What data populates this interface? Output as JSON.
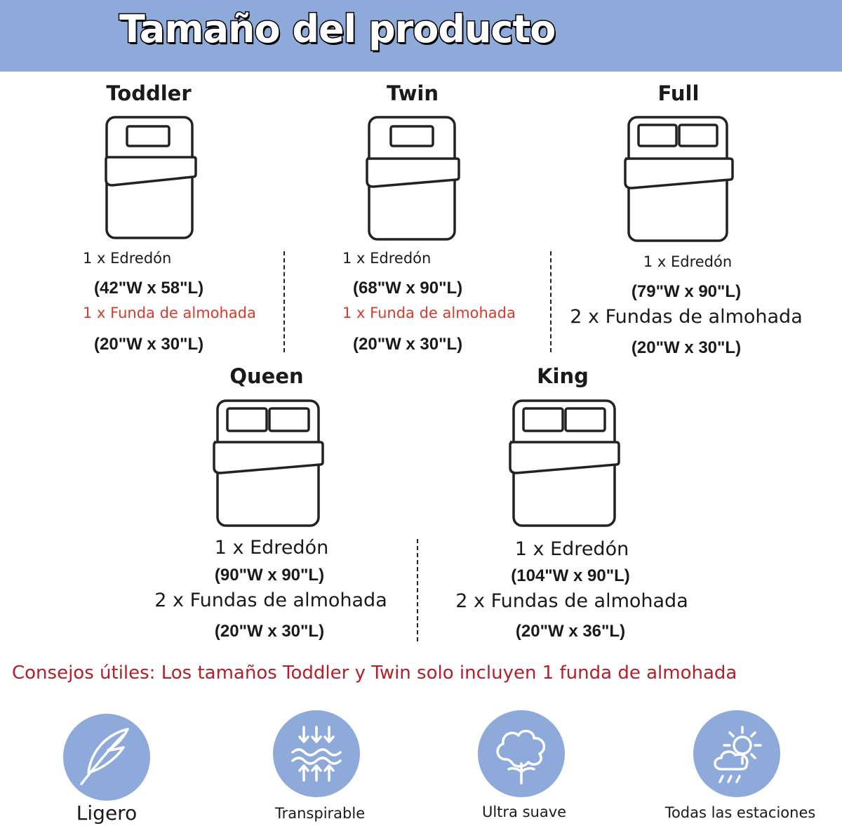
{
  "header": {
    "title": "Tamaño del producto"
  },
  "sizes": [
    {
      "name": "Toddler",
      "duvet": "1 x Edredón",
      "duvet_dim": "(42\"W x 58\"L)",
      "pillow": "1 x Funda de almohada",
      "pillow_dim": "(20\"W x 30\"L)",
      "pillows": 1
    },
    {
      "name": "Twin",
      "duvet": "1 x Edredón",
      "duvet_dim": "(68\"W x 90\"L)",
      "pillow": "1 x Funda de almohada",
      "pillow_dim": "(20\"W x 30\"L)",
      "pillows": 1
    },
    {
      "name": "Full",
      "duvet": "1 x Edredón",
      "duvet_dim": "(79\"W x 90\"L)",
      "pillow": "2 x Fundas de almohada",
      "pillow_dim": "(20\"W x 30\"L)",
      "pillows": 2
    },
    {
      "name": "Queen",
      "duvet": "1 x Edredón",
      "duvet_dim": "(90\"W x 90\"L)",
      "pillow": "2 x Fundas de almohada",
      "pillow_dim": "(20\"W x 30\"L)",
      "pillows": 2
    },
    {
      "name": "King",
      "duvet": "1 x Edredón",
      "duvet_dim": "(104\"W x 90\"L)",
      "pillow": "2 x Fundas de almohada",
      "pillow_dim": "(20\"W x 36\"L)",
      "pillows": 2
    }
  ],
  "tip": "Consejos útiles: Los tamaños Toddler y Twin solo incluyen 1 funda de almohada",
  "features": [
    {
      "label": "Ligero",
      "icon": "feather-icon"
    },
    {
      "label": "Transpirable",
      "icon": "breathable-icon"
    },
    {
      "label": "Ultra suave",
      "icon": "cotton-icon"
    },
    {
      "label": "Todas las estaciones",
      "icon": "weather-icon"
    }
  ],
  "colors": {
    "header_bg": "#8eaadb",
    "icon_bg": "#8eaadb",
    "pillow_text_red": "#d93a2b",
    "tip_red": "#b2202a"
  }
}
